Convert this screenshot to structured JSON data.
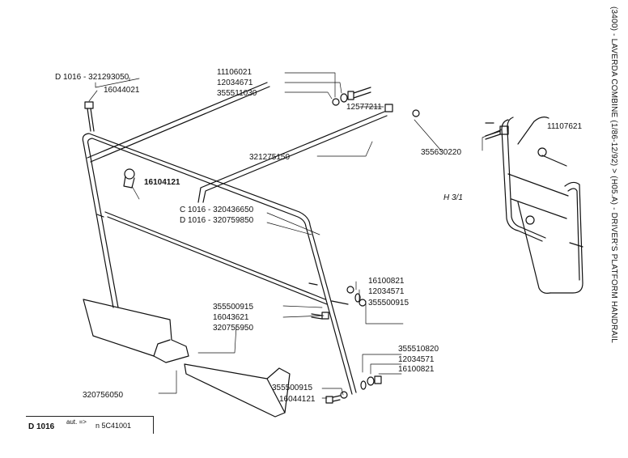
{
  "title": "(3400) - LAVERDA COMBINE (1/86-12/92) > (H05.A) - DRIVER'S PLATFORM HANDRAIL",
  "footnote": {
    "code": "D 1016",
    "aut": "aut. =>",
    "number": "n 5C41001"
  },
  "parts": {
    "p1": "D 1016 - 321293050",
    "p2": "16044021",
    "p3": "11106021",
    "p4": "12034671",
    "p5": "355511030",
    "p6": "16104121",
    "p7": "12577211",
    "p8": "11107621",
    "p9": "355630220",
    "p10": "321275150",
    "p11": "H 3/1",
    "p12": "C 1016 - 320436650",
    "p13": "D 1016 - 320759850",
    "p14": "355500915",
    "p15": "16043621",
    "p16": "320755950",
    "p17": "16100821",
    "p18": "12034571",
    "p19": "355500915",
    "p20": "320756050",
    "p21": "355510820",
    "p22": "12034571",
    "p23": "16100821",
    "p24": "355500915",
    "p25": "16044121"
  }
}
